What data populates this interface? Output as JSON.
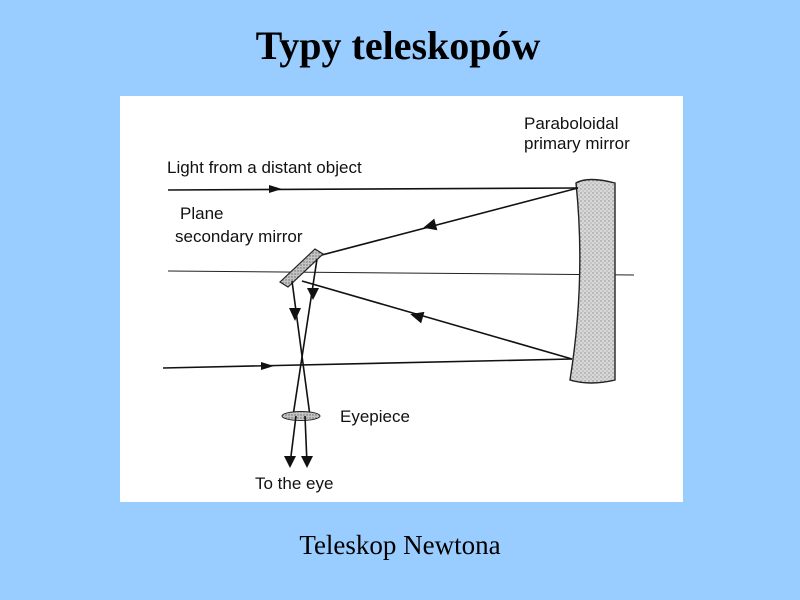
{
  "slide": {
    "title": "Typy teleskopów",
    "caption": "Teleskop Newtona"
  },
  "diagram": {
    "labels": {
      "light": "Light from a distant object",
      "primary_line1": "Paraboloidal",
      "primary_line2": "primary mirror",
      "secondary_line1": "Plane",
      "secondary_line2": "secondary mirror",
      "eyepiece": "Eyepiece",
      "to_eye": "To the eye"
    }
  }
}
